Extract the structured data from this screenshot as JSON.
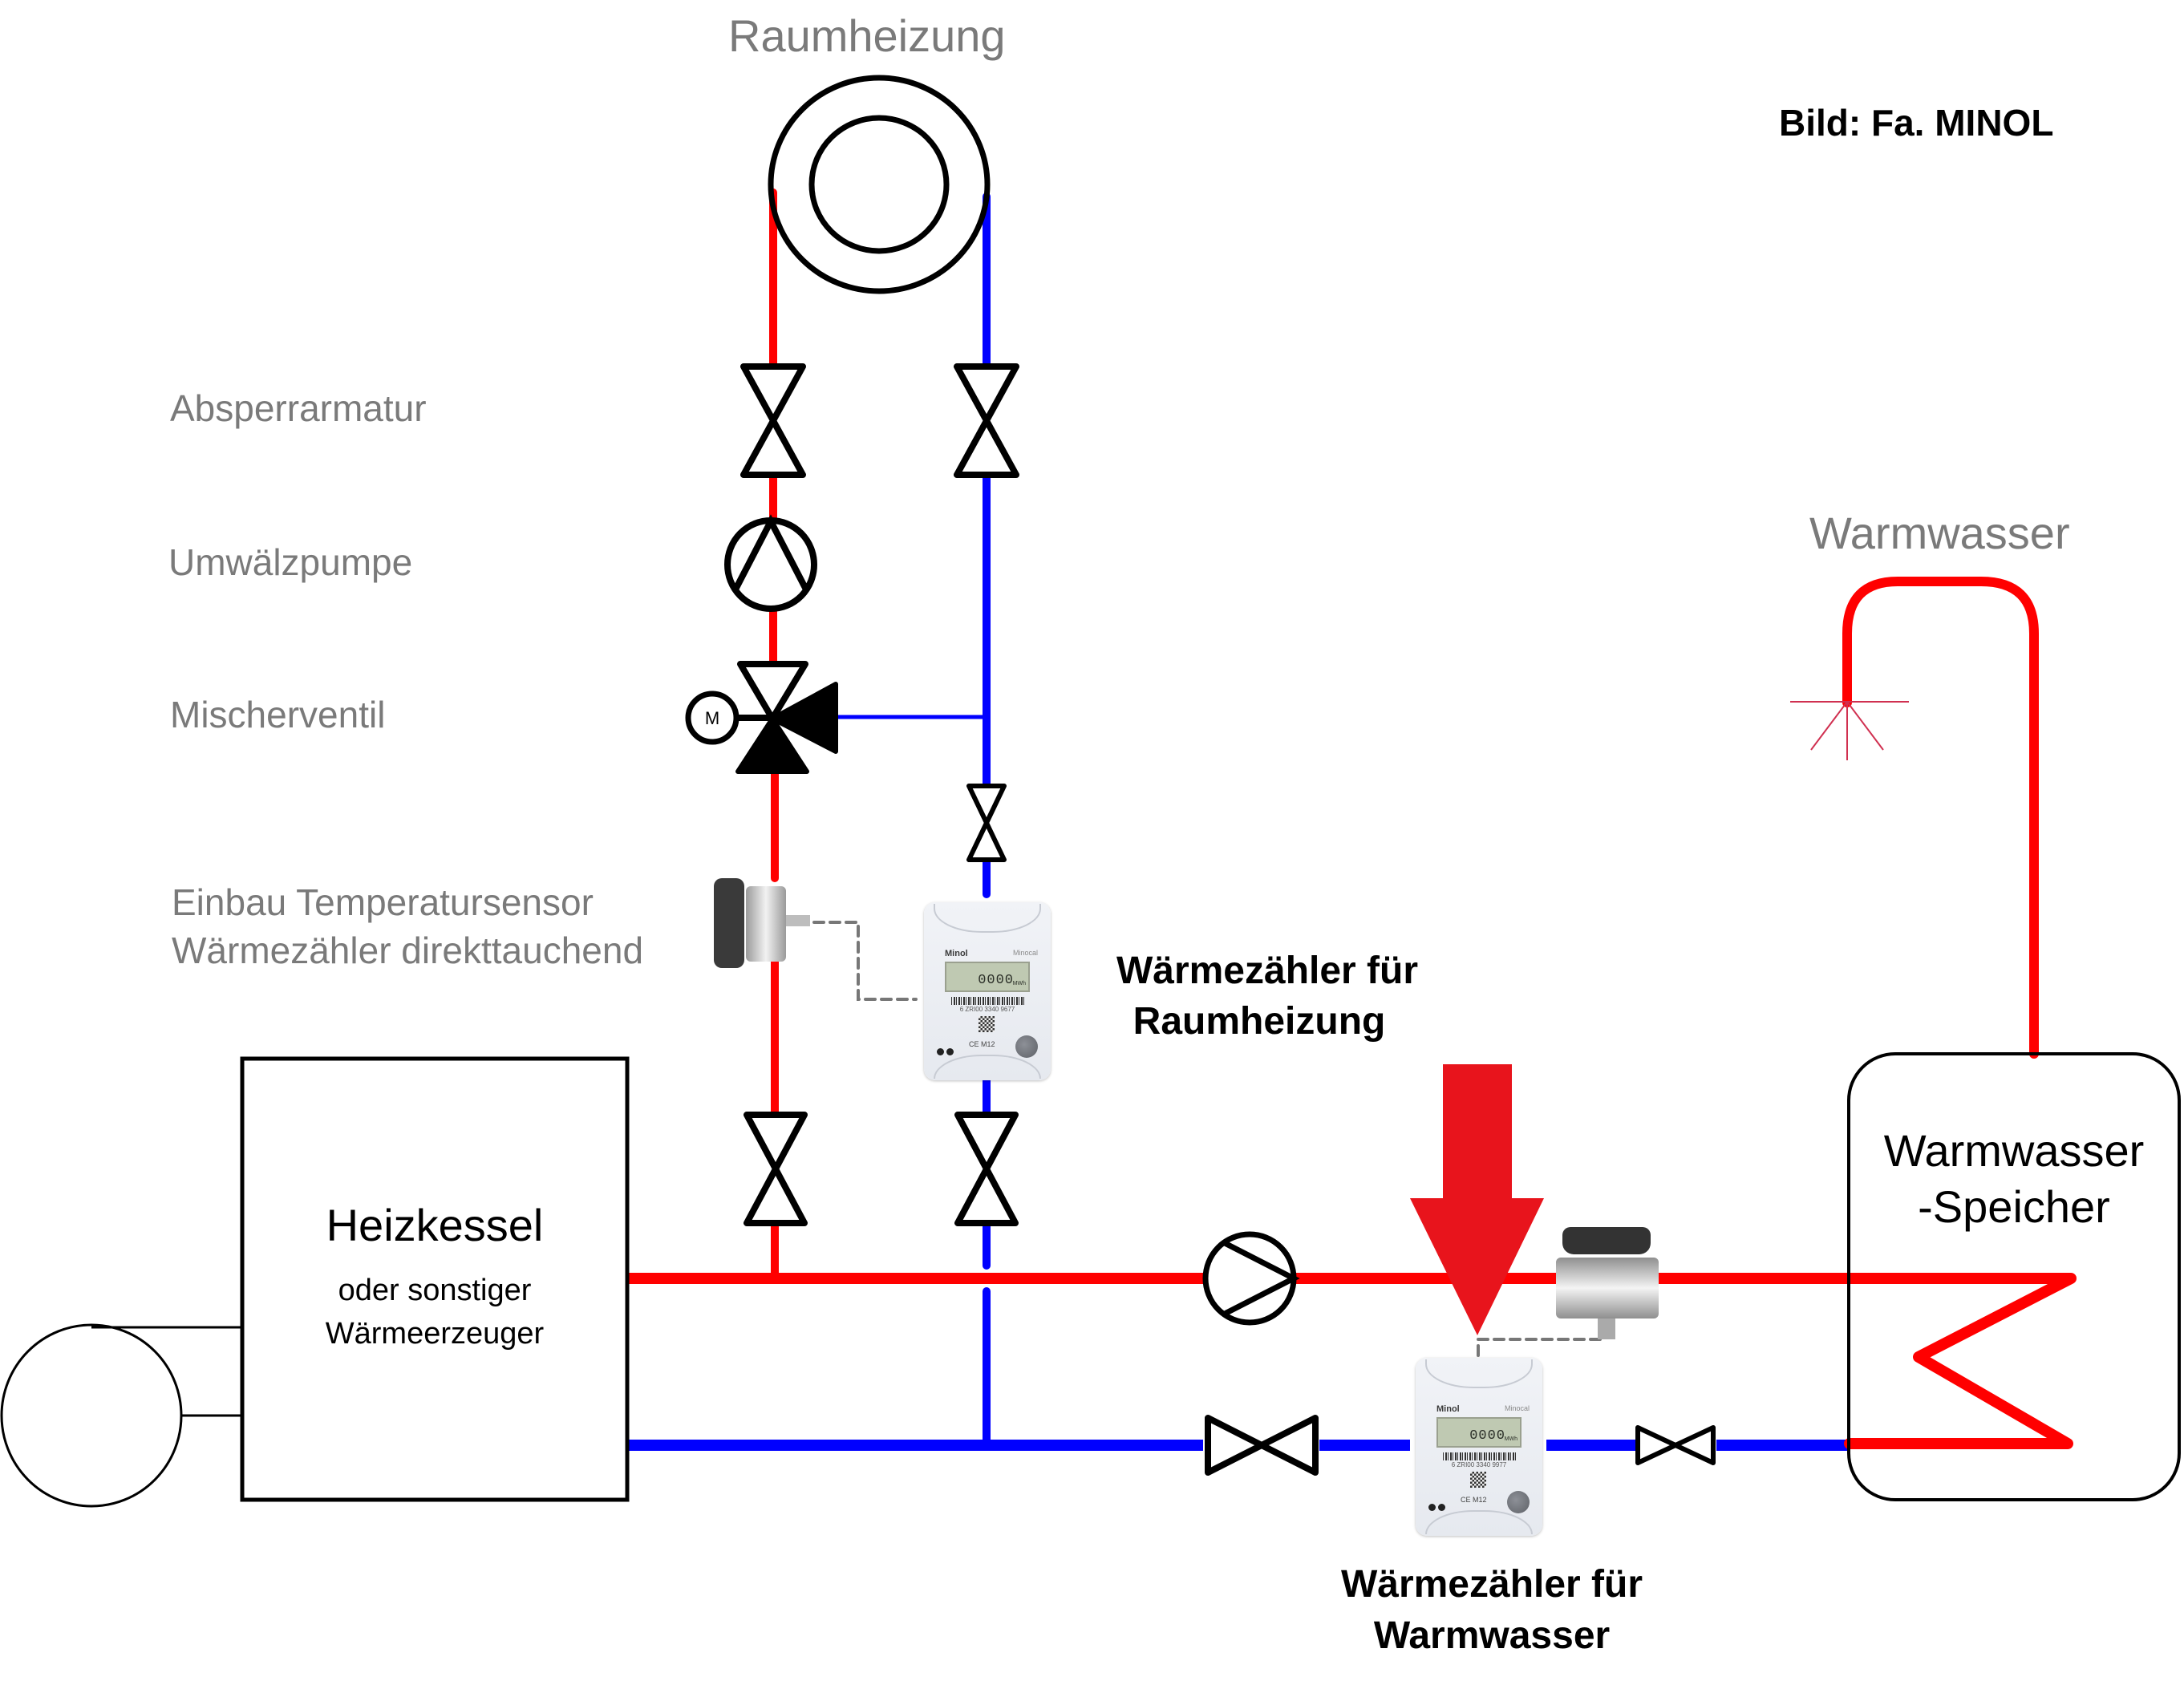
{
  "credit": "Bild: Fa. MINOL",
  "labels": {
    "raumheizung_top": "Raumheizung",
    "absperrarmatur": "Absperrarmatur",
    "umwaelzpumpe": "Umwälzpumpe",
    "mischerventil": "Mischerventil",
    "sensor_line1": "Einbau Temperatursensor",
    "sensor_line2": "Wärmezähler direkttauchend",
    "warmwasser_top": "Warmwasser",
    "motor_symbol": "M"
  },
  "boiler": {
    "title": "Heizkessel",
    "subtitle_line1": "oder sonstiger",
    "subtitle_line2": "Wärmeerzeuger"
  },
  "storage_tank": {
    "line1": "Warmwasser",
    "line2": "-Speicher"
  },
  "heat_meters": [
    {
      "caption_line1": "Wärmezähler für",
      "caption_line2": "Raumheizung",
      "brand": "Minol",
      "model": "Minocal",
      "display_value": "0000",
      "display_unit": "MWh",
      "serial": "6 ZRI00 3340 9677",
      "marking": "CE M12"
    },
    {
      "caption_line1": "Wärmezähler für",
      "caption_line2": "Warmwasser",
      "brand": "Minol",
      "model": "Minocal",
      "display_value": "0000",
      "display_unit": "MWh",
      "serial": "6 ZRI00 3340 9977",
      "marking": "CE M12"
    }
  ],
  "colors": {
    "supply_hot": "#ff0000",
    "return_cold": "#0000ff",
    "highlight_arrow": "#e8141c",
    "label_grey": "#7a7a7a",
    "symbol_black": "#000000"
  }
}
